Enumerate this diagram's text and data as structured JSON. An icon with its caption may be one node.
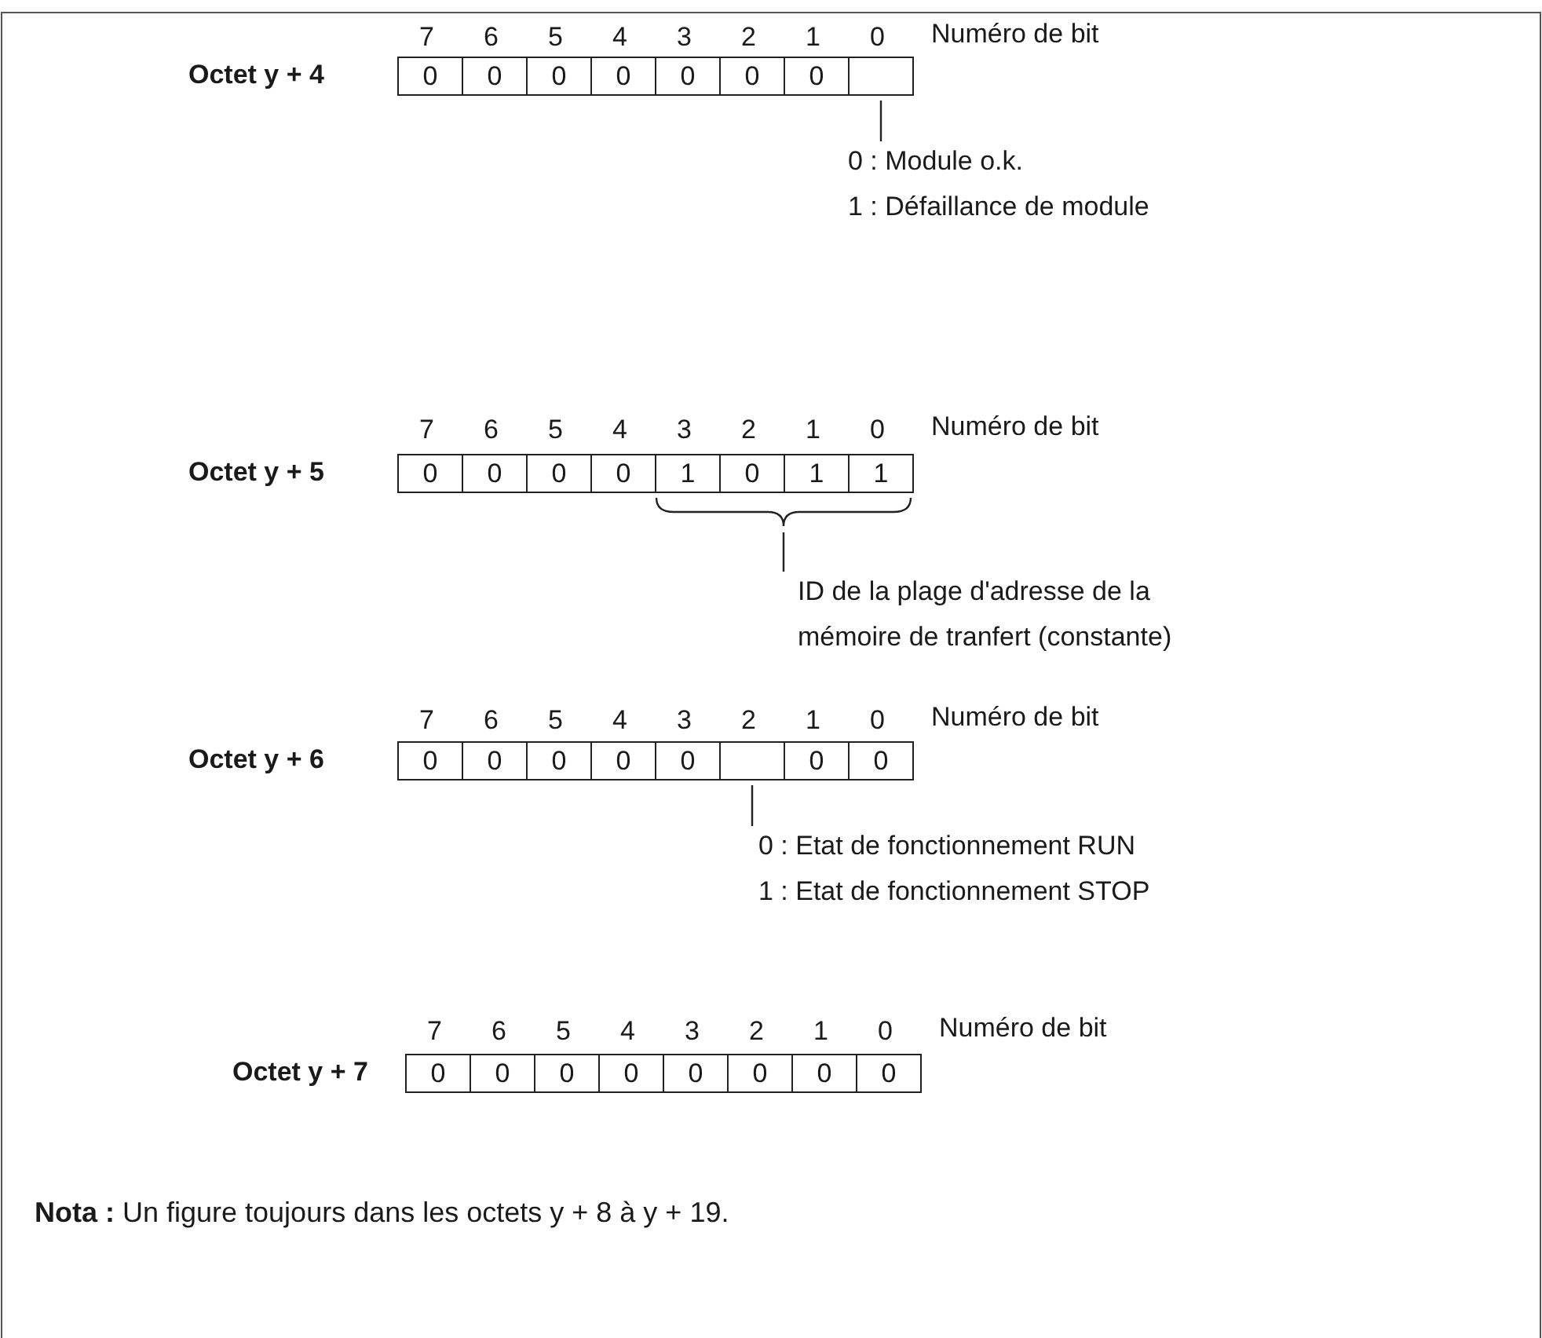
{
  "diagram": {
    "nodes": [
      {
        "text": [
          "0"
        ]
      },
      {
        "text": [
          "0"
        ]
      },
      {
        "text": [
          "0"
        ]
      },
      {
        "text": [
          "0"
        ]
      },
      {
        "text": [
          "0"
        ]
      },
      {
        "text": [
          "0"
        ]
      },
      {
        "text": [
          "0"
        ]
      },
      {
        "text": [],
        "shape": "box"
      },
      {
        "text": [
          "0 : Module o.k.",
          "1 : Défaillance de module"
        ]
      },
      {
        "text": [
          "0"
        ]
      },
      {
        "text": [
          "0"
        ]
      },
      {
        "text": [
          "0"
        ]
      },
      {
        "text": [
          "0"
        ]
      },
      {
        "text": [
          "1"
        ]
      },
      {
        "text": [
          "0"
        ]
      },
      {
        "text": [
          "1"
        ]
      },
      {
        "text": [
          "1"
        ]
      },
      {
        "text": [],
        "shape": "brace"
      },
      {
        "text": [
          "ID de la plage d'adresse de la mémoire de tranfert (constante)"
        ]
      },
      {
        "text": [
          "0"
        ]
      },
      {
        "text": [
          "0"
        ]
      },
      {
        "text": [
          "0"
        ]
      },
      {
        "text": [
          "0"
        ]
      },
      {
        "text": [
          "0"
        ]
      },
      {
        "text": [],
        "shape": "box"
      },
      {
        "text": [
          "0"
        ]
      },
      {
        "text": [
          "0"
        ]
      },
      {
        "text": [
          "0 : Etat de fonctionnement RUN",
          "1 : Etat de fonctionnement STOP"
        ]
      },
      {
        "text": [
          "0"
        ]
      },
      {
        "text": [
          "0"
        ]
      },
      {
        "text": [
          "0"
        ]
      },
      {
        "text": [
          "0"
        ]
      },
      {
        "text": [
          "0"
        ]
      },
      {
        "text": [
          "0"
        ]
      },
      {
        "text": [
          "0"
        ]
      },
      {
        "text": [
          "0"
        ]
      }
    ],
    "edges": [
      {
        "from": 8,
        "to": 7,
        "arrow": "none"
      },
      {
        "from": 18,
        "to": 17,
        "arrow": "none"
      },
      {
        "from": 27,
        "to": 24,
        "arrow": "none"
      }
    ],
    "labels": [
      "7",
      "6",
      "5",
      "4",
      "3",
      "2",
      "1",
      "0",
      "Numéro de bit",
      "Octet y + 4",
      "7",
      "6",
      "5",
      "4",
      "3",
      "2",
      "1",
      "0",
      "Numéro de bit",
      "Octet y + 5",
      "7",
      "6",
      "5",
      "4",
      "3",
      "2",
      "1",
      "0",
      "Numéro de bit",
      "Octet y + 6",
      "7",
      "6",
      "5",
      "4",
      "3",
      "2",
      "1",
      "0",
      "Numéro de bit",
      "Octet y + 7",
      "**Nota :** Un figure toujours dans les octets y + 8 à y + 19."
    ]
  }
}
